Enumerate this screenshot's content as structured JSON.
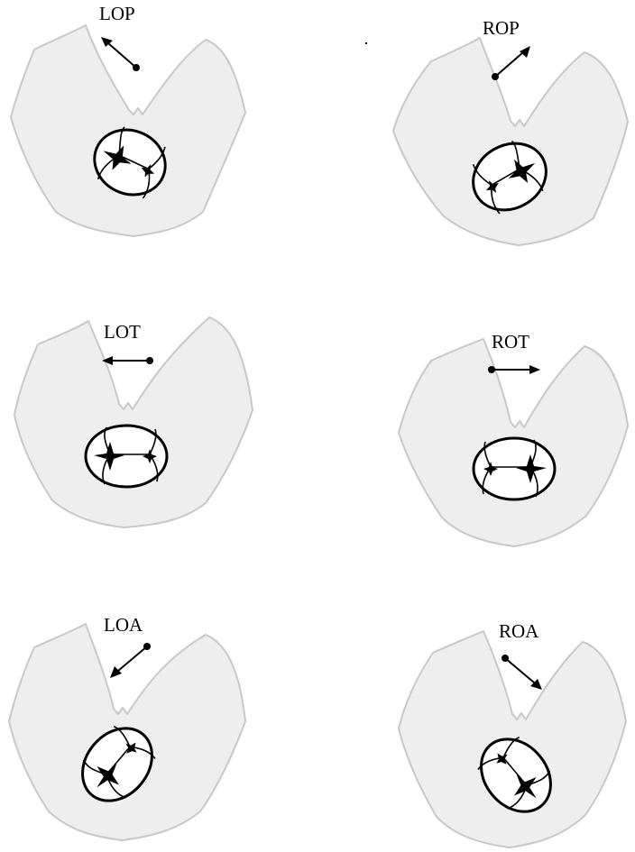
{
  "panels": [
    {
      "id": "lop",
      "label": "LOP",
      "arrow_direction": "up-left",
      "fontanelle_position": "upper-left"
    },
    {
      "id": "rop",
      "label": "ROP",
      "arrow_direction": "up-right",
      "fontanelle_position": "upper-right"
    },
    {
      "id": "lot",
      "label": "LOT",
      "arrow_direction": "left",
      "fontanelle_position": "left"
    },
    {
      "id": "rot",
      "label": "ROT",
      "arrow_direction": "right",
      "fontanelle_position": "right"
    },
    {
      "id": "loa",
      "label": "LOA",
      "arrow_direction": "down-left",
      "fontanelle_position": "lower-left"
    },
    {
      "id": "roa",
      "label": "ROA",
      "arrow_direction": "down-right",
      "fontanelle_position": "lower-right"
    }
  ],
  "colors": {
    "pelvis_fill": "#eeeeee",
    "pelvis_stroke": "#c8c8c8",
    "head_stroke": "#000000",
    "fontanelle": "#000000"
  }
}
